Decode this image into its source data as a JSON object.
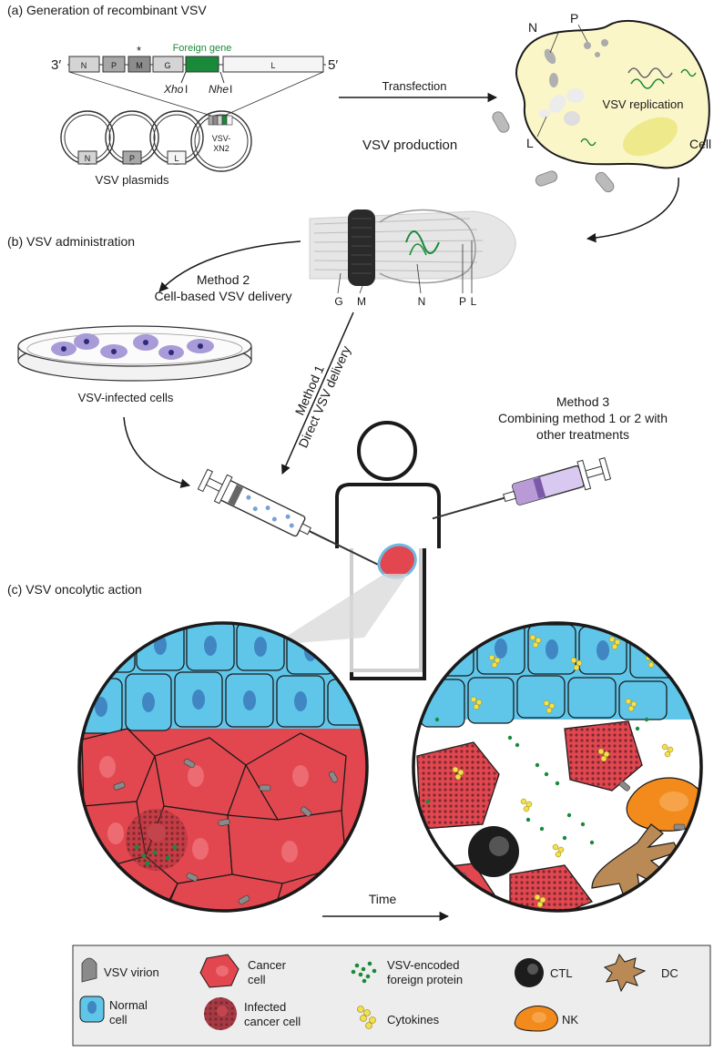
{
  "panel_a": {
    "title": "(a)  Generation of recombinant VSV",
    "strand_left": "3′",
    "strand_right": "5′",
    "genes": [
      "N",
      "P",
      "M",
      "G",
      "L"
    ],
    "asterisk": "*",
    "foreign_gene": "Foreign gene",
    "site1_prefix": "Xho",
    "site1_suffix": "I",
    "site2_prefix": "Nhe",
    "site2_suffix": "I",
    "plasmid_genes": [
      "N",
      "P",
      "L"
    ],
    "plasmid_vector_line1": "VSV-",
    "plasmid_vector_line2": "XN2",
    "plasmids_label": "VSV plasmids",
    "transfection": "Transfection",
    "production": "VSV production",
    "cell_label": "Cell",
    "replication": "VSV replication",
    "cell_N": "N",
    "cell_P": "P",
    "cell_L": "L"
  },
  "panel_b": {
    "title": "(b)  VSV administration",
    "virion_labels": [
      "G",
      "M",
      "N",
      "P",
      "L"
    ],
    "method2_line1": "Method 2",
    "method2_line2": "Cell-based VSV delivery",
    "infected_cells": "VSV-infected cells",
    "method1_line1": "Method 1",
    "method1_line2": "Direct VSV delivery",
    "method3_line1": "Method 3",
    "method3_line2": "Combining method 1 or 2 with",
    "method3_line3": "other treatments"
  },
  "panel_c": {
    "title": "(c)  VSV oncolytic action",
    "time": "Time"
  },
  "legend": {
    "virion": "VSV virion",
    "normal_line1": "Normal",
    "normal_line2": "cell",
    "cancer_line1": "Cancer",
    "cancer_line2": "cell",
    "infected_line1": "Infected",
    "infected_line2": "cancer cell",
    "foreign_line1": "VSV-encoded",
    "foreign_line2": "foreign protein",
    "cytokines": "Cytokines",
    "ctl": "CTL",
    "dc": "DC",
    "nk": "NK"
  },
  "colors": {
    "normal_cell": "#5fc6ea",
    "cancer_cell": "#e2474f",
    "foreign_gene": "#1a8a3a",
    "cytokine": "#f3e04a",
    "nk": "#f28a1c",
    "dc": "#b98a55",
    "ctl": "#1c1c1c",
    "syringe_purple": "#b79ad6",
    "host_cell": "#fbf6c8"
  }
}
